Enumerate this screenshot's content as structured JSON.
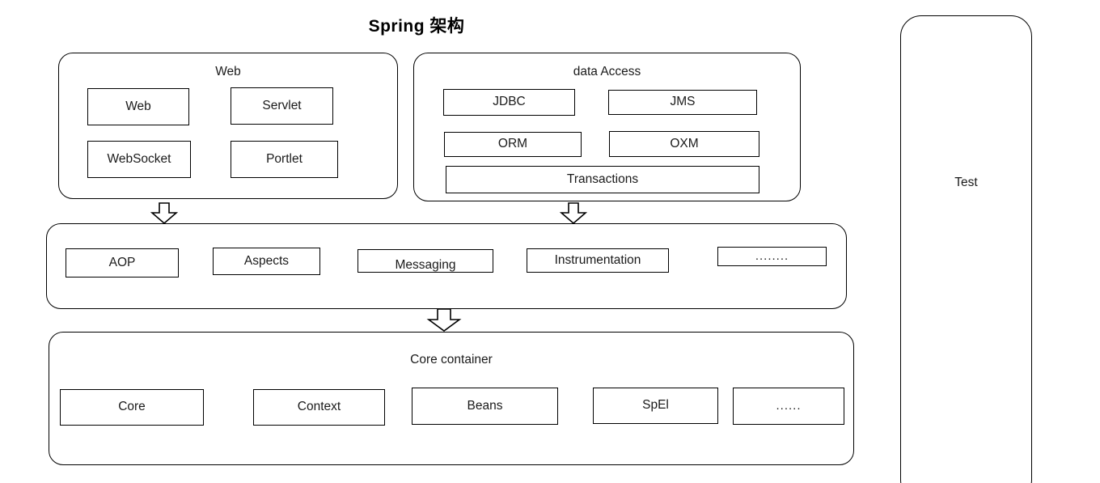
{
  "title": "Spring 架构",
  "colors": {
    "background": "#ffffff",
    "stroke": "#000000",
    "text": "#1a1a1a"
  },
  "groups": {
    "web": {
      "label": "Web",
      "cells": [
        {
          "label": "Web"
        },
        {
          "label": "Servlet"
        },
        {
          "label": "WebSocket"
        },
        {
          "label": "Portlet"
        }
      ]
    },
    "data_access": {
      "label": "data Access",
      "cells": [
        {
          "label": "JDBC"
        },
        {
          "label": "JMS"
        },
        {
          "label": "ORM"
        },
        {
          "label": "OXM"
        },
        {
          "label": "Transactions"
        }
      ]
    },
    "middle": {
      "label": "",
      "cells": [
        {
          "label": "AOP"
        },
        {
          "label": "Aspects"
        },
        {
          "label": "Messaging"
        },
        {
          "label": "Instrumentation"
        },
        {
          "label": "........"
        }
      ]
    },
    "core_container": {
      "label": "Core container",
      "cells": [
        {
          "label": "Core"
        },
        {
          "label": "Context"
        },
        {
          "label": "Beans"
        },
        {
          "label": "SpEl"
        },
        {
          "label": "......"
        }
      ]
    }
  },
  "test_panel": {
    "label": "Test"
  },
  "arrows": [
    {
      "name": "arrow-web-to-middle"
    },
    {
      "name": "arrow-data-access-to-middle"
    },
    {
      "name": "arrow-middle-to-core"
    }
  ]
}
